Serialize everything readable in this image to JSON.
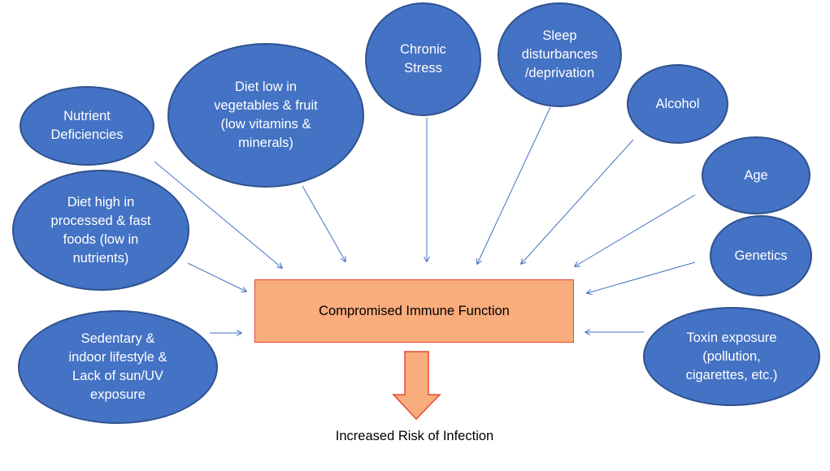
{
  "factors": [
    {
      "id": "nutrient-deficiencies",
      "label": "Nutrient\nDeficiencies"
    },
    {
      "id": "diet-low-veg",
      "label": "Diet low in\nvegetables & fruit\n(low vitamins &\nminerals)"
    },
    {
      "id": "chronic-stress",
      "label": "Chronic\nStress"
    },
    {
      "id": "sleep",
      "label": "Sleep\ndisturbances\n/deprivation"
    },
    {
      "id": "alcohol",
      "label": "Alcohol"
    },
    {
      "id": "age",
      "label": "Age"
    },
    {
      "id": "genetics",
      "label": "Genetics"
    },
    {
      "id": "diet-processed",
      "label": "Diet high in\nprocessed & fast\nfoods (low in\nnutrients)"
    },
    {
      "id": "sedentary",
      "label": "Sedentary &\nindoor lifestyle &\nLack of sun/UV\nexposure"
    },
    {
      "id": "toxin",
      "label": "Toxin exposure\n(pollution,\ncigarettes, etc.)"
    }
  ],
  "center": {
    "label": "Compromised Immune Function"
  },
  "result": {
    "label": "Increased Risk of Infection"
  },
  "colors": {
    "oval_fill": "#4472c4",
    "oval_border": "#2f528f",
    "box_fill": "#f9ac7c",
    "box_border": "#e8482e",
    "arrow_line": "#4472c4"
  }
}
